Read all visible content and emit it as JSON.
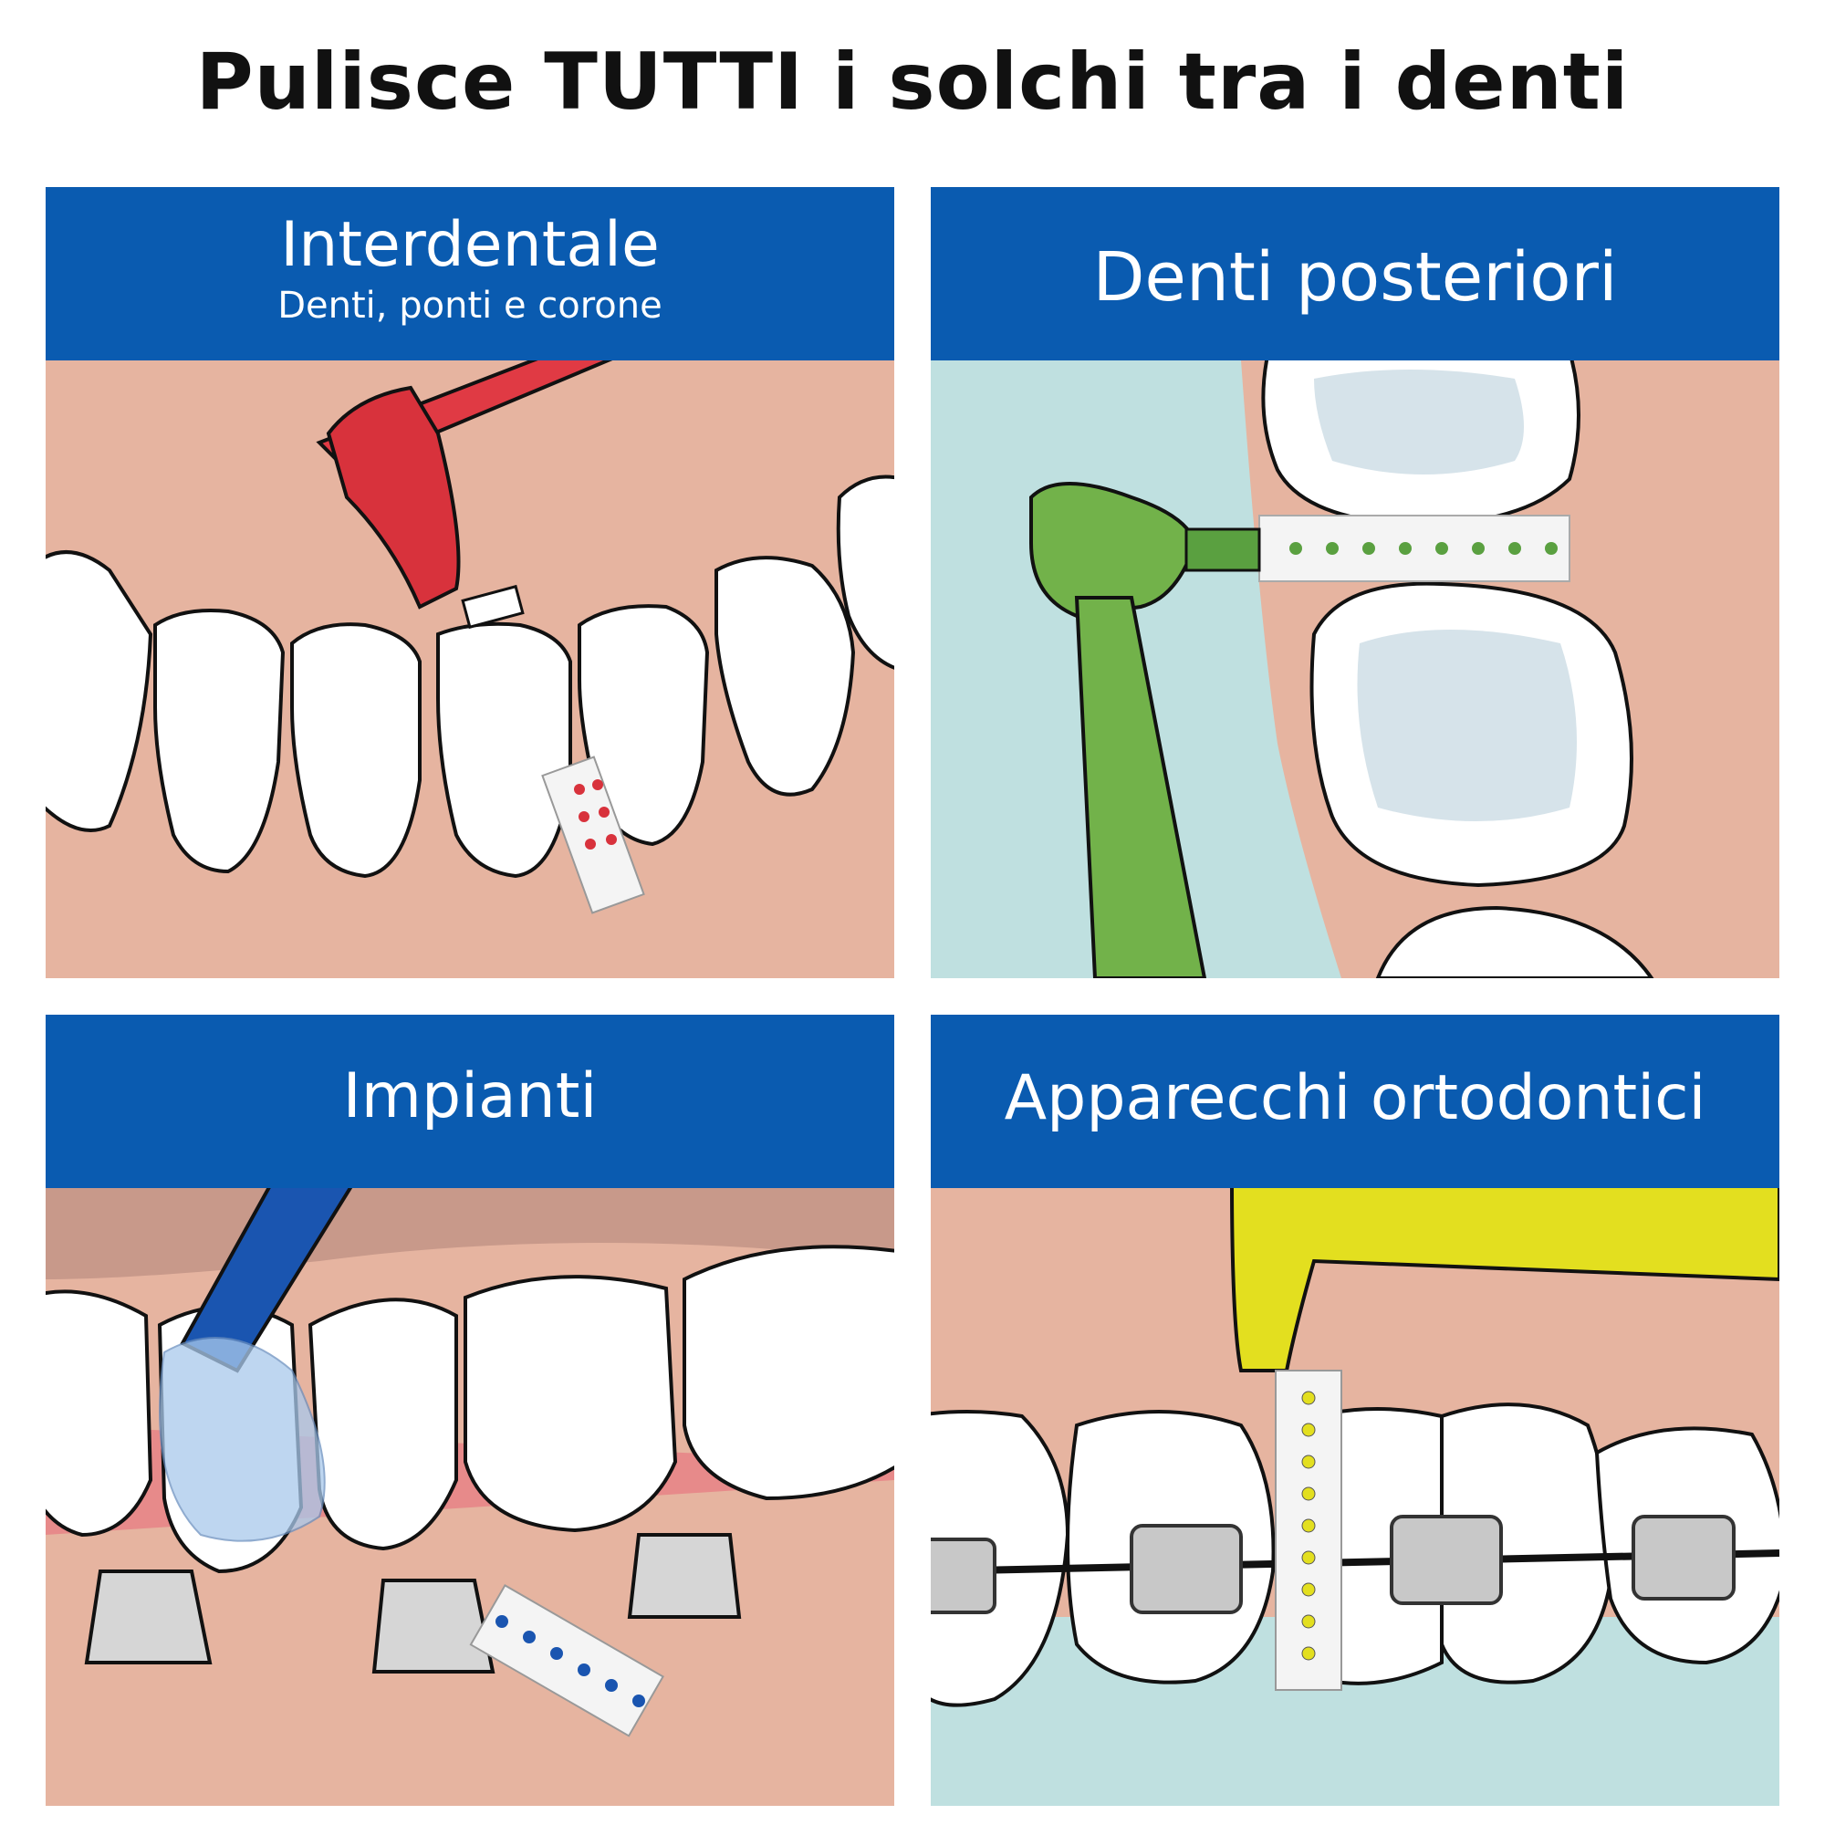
{
  "title": "Pulisce TUTTI i solchi tra i denti",
  "colors": {
    "header_blue": "#0a5bb0",
    "gum_pink": "#e6b4a0",
    "mouth_blue": "#bfe0e0",
    "brush_red": "#e03a44",
    "brush_green": "#72b24a",
    "brush_blue": "#1a55b0",
    "brush_yellow": "#e3df1f"
  },
  "panels": [
    {
      "heading": "Interdentale",
      "subheading": "Denti, ponti e corone",
      "brush_color": "brush_red",
      "icon": "interdental-brush-red-icon"
    },
    {
      "heading": "Denti posteriori",
      "brush_color": "brush_green",
      "icon": "interdental-brush-green-icon"
    },
    {
      "heading": "Impianti",
      "brush_color": "brush_blue",
      "icon": "interdental-brush-blue-icon"
    },
    {
      "heading": "Apparecchi ortodontici",
      "brush_color": "brush_yellow",
      "icon": "interdental-brush-yellow-icon"
    }
  ]
}
